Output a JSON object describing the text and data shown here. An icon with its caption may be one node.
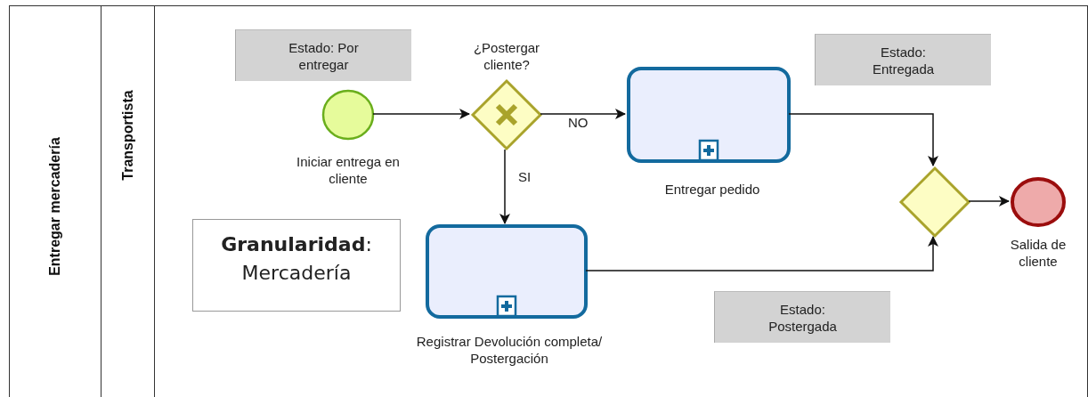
{
  "diagram": {
    "nodes": [
      {
        "text": [
          "Entregar mercadería"
        ]
      },
      {
        "text": [
          "Transportista"
        ],
        "in": 0
      },
      {
        "text": [
          "Estado: Por entregar"
        ],
        "in": 1
      },
      {
        "text": [],
        "shape": "circle",
        "beside": [
          "Iniciar entrega en cliente"
        ],
        "in": 1
      },
      {
        "text": [],
        "shape": "diamond",
        "beside": [
          "¿Postergar cliente?"
        ],
        "in": 1
      },
      {
        "text": [],
        "shape": "box",
        "beside": [
          "Entregar pedido"
        ],
        "in": 1
      },
      {
        "text": [
          "Estado: Entregada"
        ],
        "in": 1
      },
      {
        "text": [
          "**Granularidad**:",
          "Mercadería"
        ],
        "in": 1
      },
      {
        "text": [],
        "shape": "box",
        "beside": [
          "Registrar Devolución completa/ Postergación"
        ],
        "in": 1
      },
      {
        "text": [],
        "shape": "diamond",
        "in": 1
      },
      {
        "text": [],
        "shape": "circle",
        "beside": [
          "Salida de cliente"
        ],
        "in": 1
      },
      {
        "text": [
          "Estado: Postergada"
        ],
        "in": 1
      }
    ],
    "edges": [
      {
        "from": 3,
        "to": 4,
        "arrow": "to"
      },
      {
        "from": 4,
        "to": 5,
        "arrow": "to",
        "label": "NO"
      },
      {
        "from": 4,
        "to": 8,
        "arrow": "to",
        "label": "SI"
      },
      {
        "from": 5,
        "to": 9,
        "arrow": "to"
      },
      {
        "from": 8,
        "to": 9,
        "arrow": "to"
      },
      {
        "from": 9,
        "to": 10,
        "arrow": "to"
      }
    ]
  }
}
